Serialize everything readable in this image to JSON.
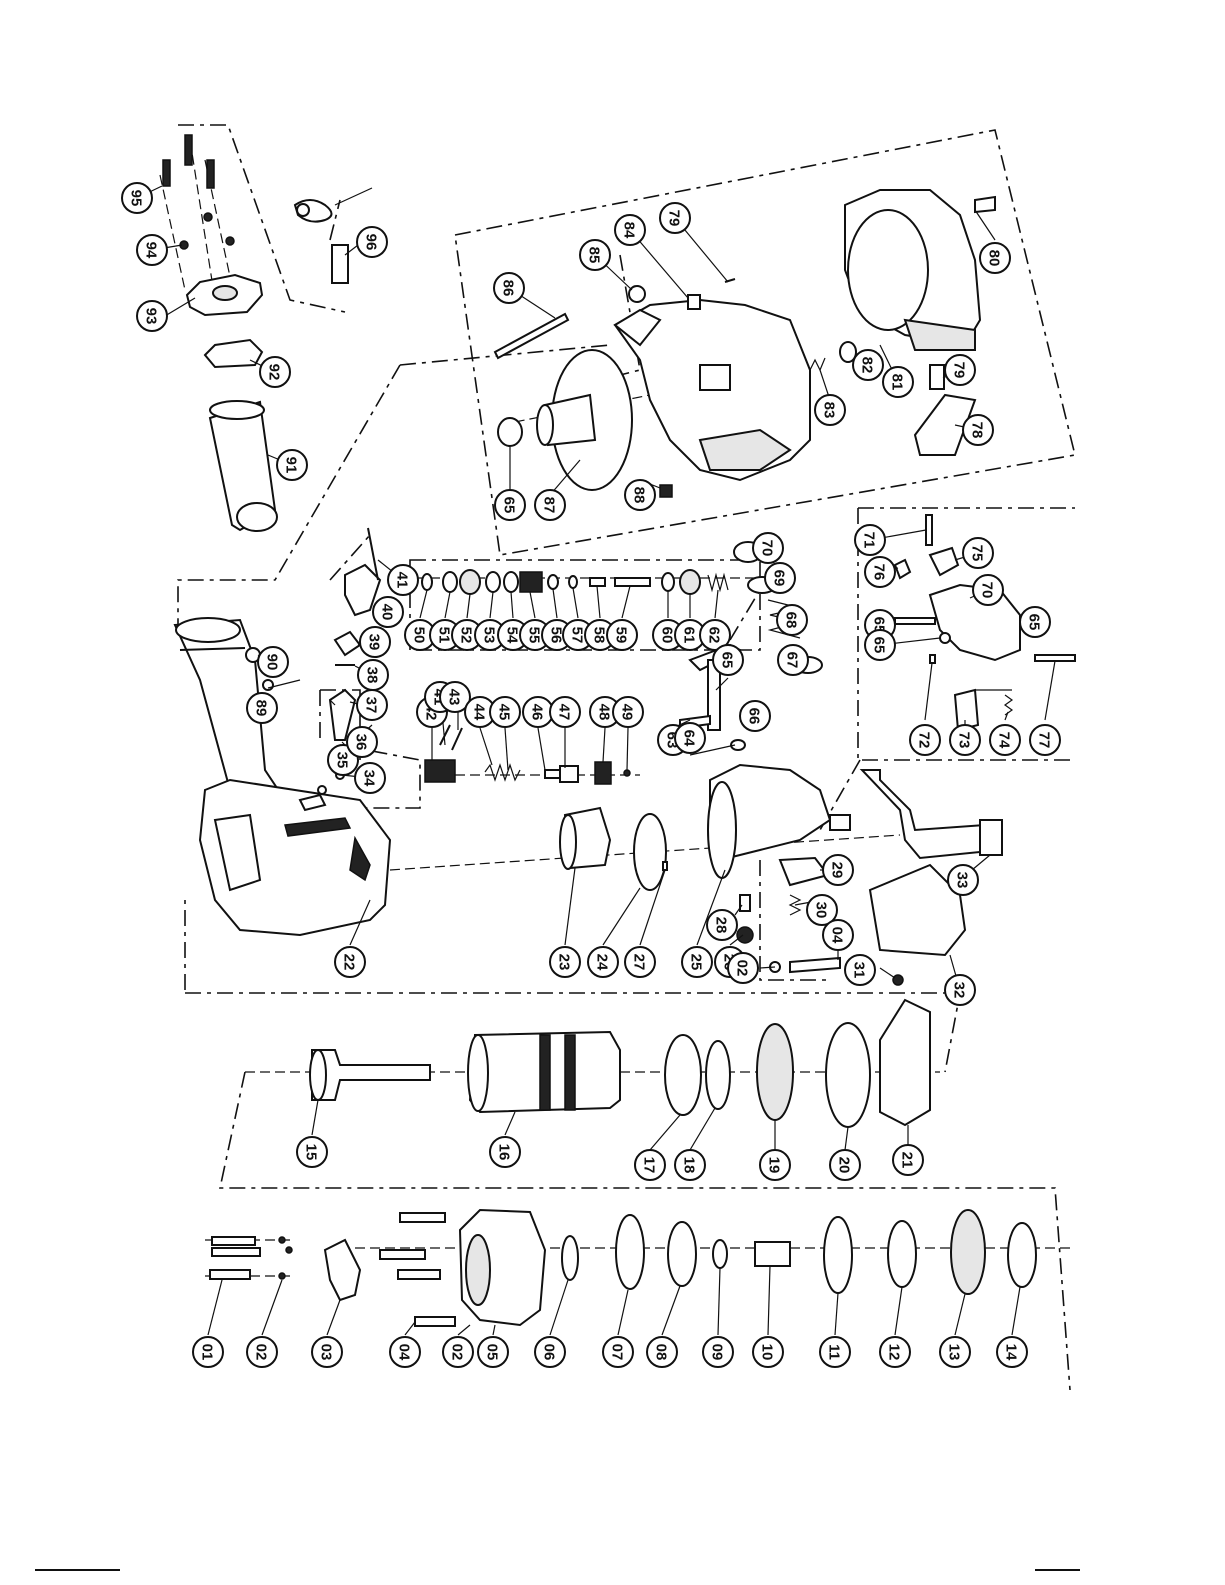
{
  "callouts": [
    "01",
    "02",
    "03",
    "04",
    "02",
    "05",
    "06",
    "07",
    "08",
    "09",
    "10",
    "11",
    "12",
    "13",
    "14",
    "15",
    "16",
    "17",
    "18",
    "19",
    "20",
    "21",
    "22",
    "23",
    "24",
    "27",
    "25",
    "26",
    "28",
    "29",
    "30",
    "02",
    "04",
    "31",
    "32",
    "33",
    "34",
    "35",
    "36",
    "37",
    "38",
    "39",
    "40",
    "41",
    "42",
    "41",
    "43",
    "44",
    "45",
    "46",
    "47",
    "48",
    "49",
    "50",
    "51",
    "52",
    "53",
    "54",
    "55",
    "56",
    "57",
    "58",
    "59",
    "60",
    "61",
    "62",
    "63",
    "64",
    "65",
    "66",
    "67",
    "68",
    "69",
    "70",
    "71",
    "76",
    "75",
    "70",
    "65",
    "65",
    "65",
    "72",
    "73",
    "74",
    "77",
    "78",
    "79",
    "80",
    "81",
    "82",
    "83",
    "84",
    "85",
    "86",
    "87",
    "65",
    "79",
    "88",
    "89",
    "90",
    "91",
    "92",
    "93",
    "94",
    "95",
    "96"
  ],
  "colors": {
    "ink": "#111111",
    "paper": "#ffffff"
  }
}
